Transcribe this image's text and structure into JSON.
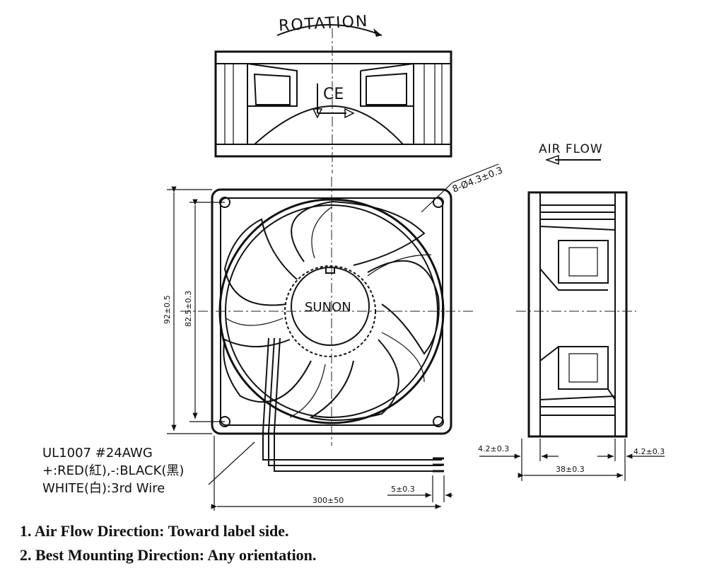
{
  "top_view": {
    "rotation_label": "ROTATION",
    "ce_mark": "CE"
  },
  "front_view": {
    "hole_callout": "8-Ø4.3±0.3",
    "brand": "SUNON",
    "dim_outer": "92±0.5",
    "dim_hole_pitch": "82.5±0.3"
  },
  "side_view": {
    "airflow_label": "AIR FLOW",
    "dim_left_flange": "4.2±0.3",
    "dim_right_flange": "4.2±0.3",
    "dim_depth": "38±0.3"
  },
  "wire": {
    "spec_line1": "UL1007  #24AWG",
    "spec_line2": "+:RED(紅),-:BLACK(黑)",
    "spec_line3": "WHITE(白):3rd  Wire",
    "dim_strip": "5±0.3",
    "dim_length": "300±50"
  },
  "notes": [
    "1. Air Flow Direction: Toward label side.",
    "2. Best Mounting Direction: Any orientation."
  ]
}
